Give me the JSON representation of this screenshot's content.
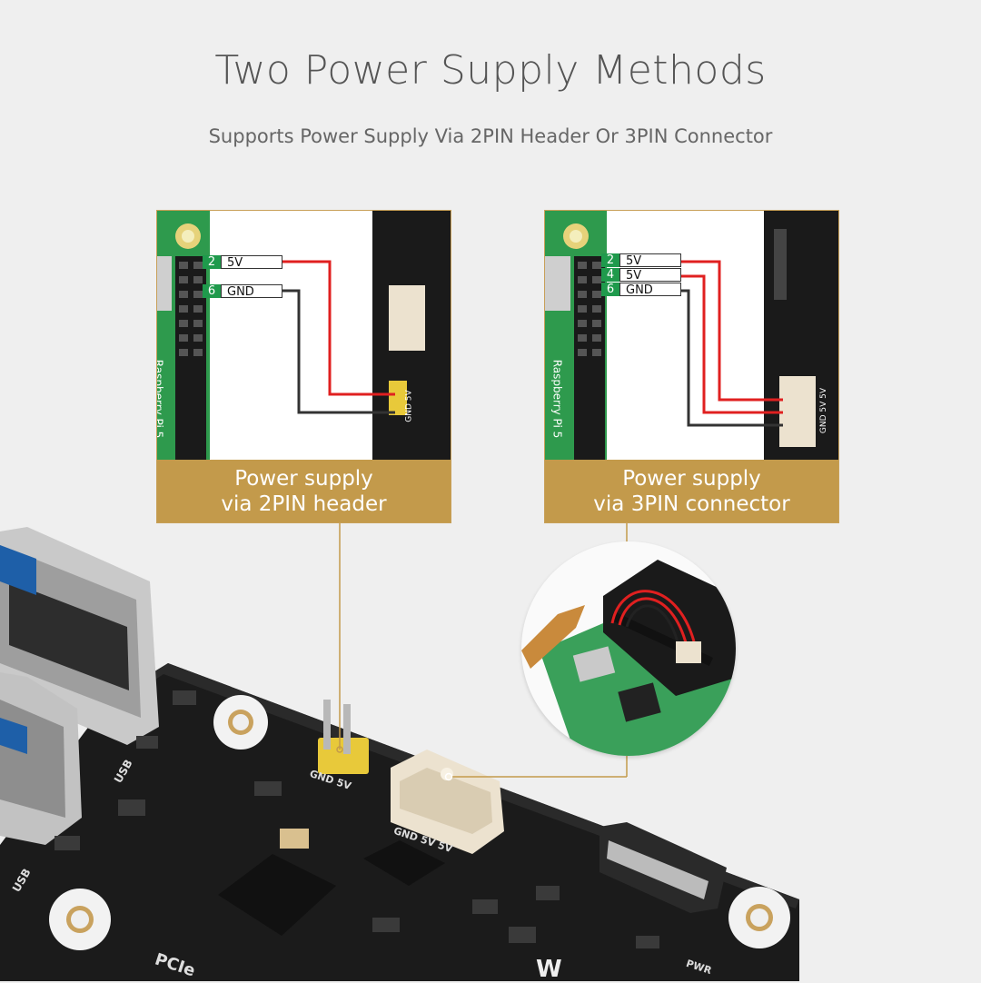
{
  "header": {
    "title": "Two Power Supply Methods",
    "subtitle": "Supports Power Supply Via 2PIN Header Or 3PIN Connector"
  },
  "panels": [
    {
      "caption_line1": "Power supply",
      "caption_line2": "via 2PIN header",
      "board_label": "Raspberry Pi 5",
      "connector_label": "GND 5V",
      "pins": [
        {
          "num": "2",
          "name": "5V"
        },
        {
          "num": "6",
          "name": "GND"
        }
      ]
    },
    {
      "caption_line1": "Power supply",
      "caption_line2": "via 3PIN connector",
      "board_label": "Raspberry Pi 5",
      "connector_label": "GND 5V 5V",
      "pins": [
        {
          "num": "2",
          "name": "5V"
        },
        {
          "num": "4",
          "name": "5V"
        },
        {
          "num": "6",
          "name": "GND"
        }
      ]
    }
  ],
  "board": {
    "usb_label_1": "USB",
    "usb_label_2": "USB",
    "header_label": "GND 5V",
    "connector_label": "GND 5V 5V",
    "pcie_label": "PCIe",
    "pwr_label": "PWR",
    "brand_mark": "W"
  },
  "colors": {
    "accent": "#c39a4b",
    "pi_green": "#1f9a4c",
    "wire_red": "#e02020",
    "wire_black": "#333333",
    "board": "#1b1b1b"
  }
}
